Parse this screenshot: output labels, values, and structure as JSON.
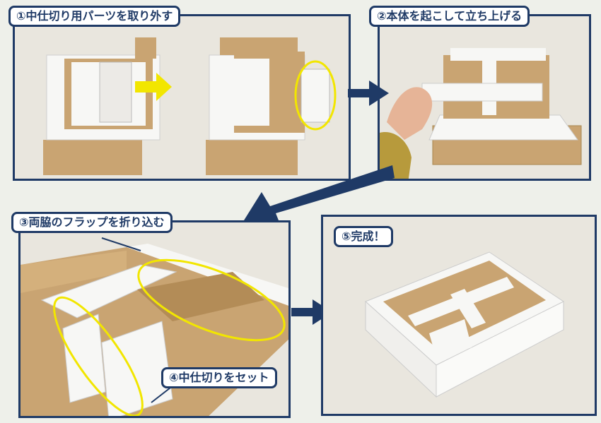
{
  "steps": [
    {
      "label": "①中仕切り用パーツを取り外す"
    },
    {
      "label": "②本体を起こして立ち上げる"
    },
    {
      "label": "③両脇のフラップを折り込む"
    },
    {
      "label": "④中仕切りをセット"
    },
    {
      "label": "⑤完成！"
    }
  ],
  "colors": {
    "frame": "#1f3a66",
    "cardboard": "#c9a472",
    "white_board": "#f7f7f5",
    "highlight": "#f2e600"
  }
}
